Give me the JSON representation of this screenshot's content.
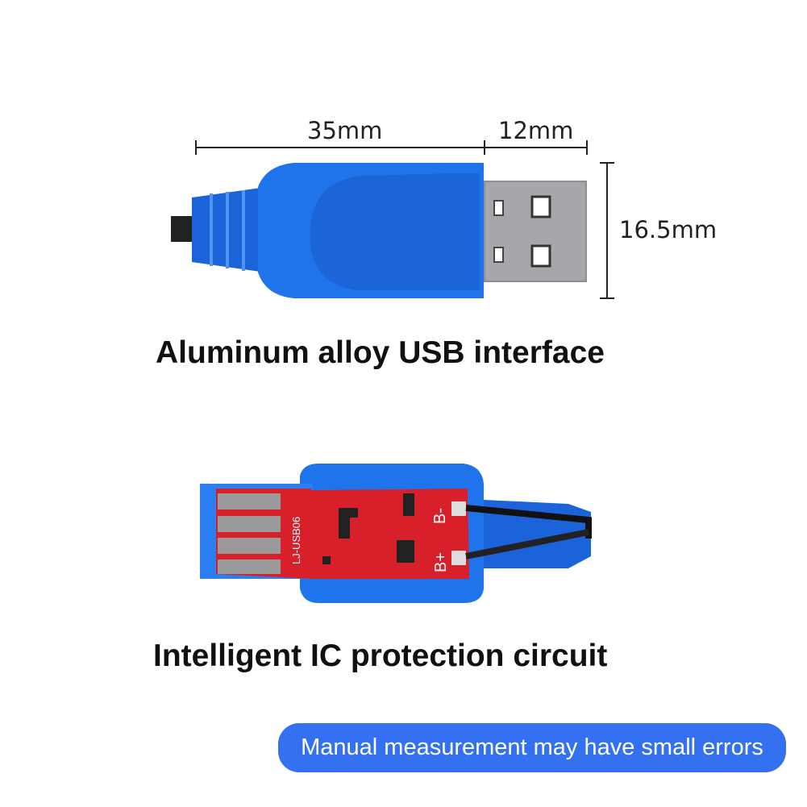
{
  "dimensions": {
    "length_body": "35mm",
    "length_plug": "12mm",
    "height": "16.5mm"
  },
  "captions": {
    "top": "Aluminum alloy USB interface",
    "bottom": "Intelligent IC protection circuit"
  },
  "pcb_labels": {
    "model": "LJ-USB06",
    "neg": "B-",
    "pos": "B+"
  },
  "notice": "Manual measurement may have small errors",
  "colors": {
    "notice_bg": "#3371f0",
    "housing": "#1e6ee8",
    "pcb": "#d8202a"
  }
}
